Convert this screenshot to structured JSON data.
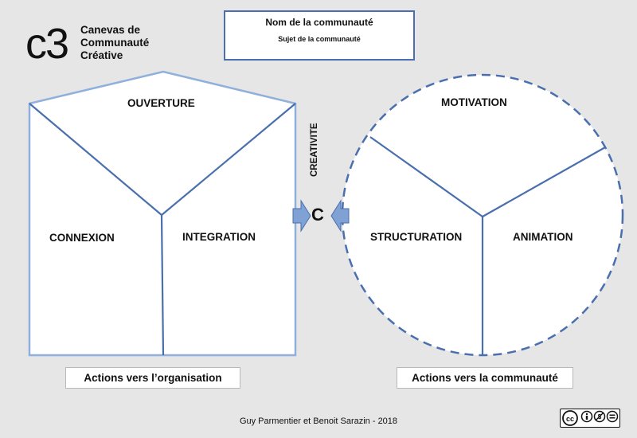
{
  "header": {
    "logo": "c3",
    "brand_lines": [
      "Canevas de",
      "Communauté",
      "Créative"
    ]
  },
  "community_box": {
    "title": "Nom de la communauté",
    "subtitle": "Sujet de la communauté"
  },
  "organisation_panel": {
    "top_label": "OUVERTURE",
    "left_label": "CONNEXION",
    "right_label": "INTEGRATION",
    "caption": "Actions vers l’organisation"
  },
  "center": {
    "vertical_label": "CREATIVITE",
    "letter": "C"
  },
  "community_panel": {
    "top_label": "MOTIVATION",
    "left_label": "STRUCTURATION",
    "right_label": "ANIMATION",
    "caption": "Actions vers la communauté"
  },
  "footer": {
    "credits": "Guy Parmentier et Benoit Sarazin - 2018",
    "license_badge": "cc-by-nc-nd-icon"
  },
  "colors": {
    "line": "#4a6fae",
    "shape_border": "#8fb0dc",
    "arrow": "#7fa1d4",
    "background": "#e7e6e6"
  }
}
